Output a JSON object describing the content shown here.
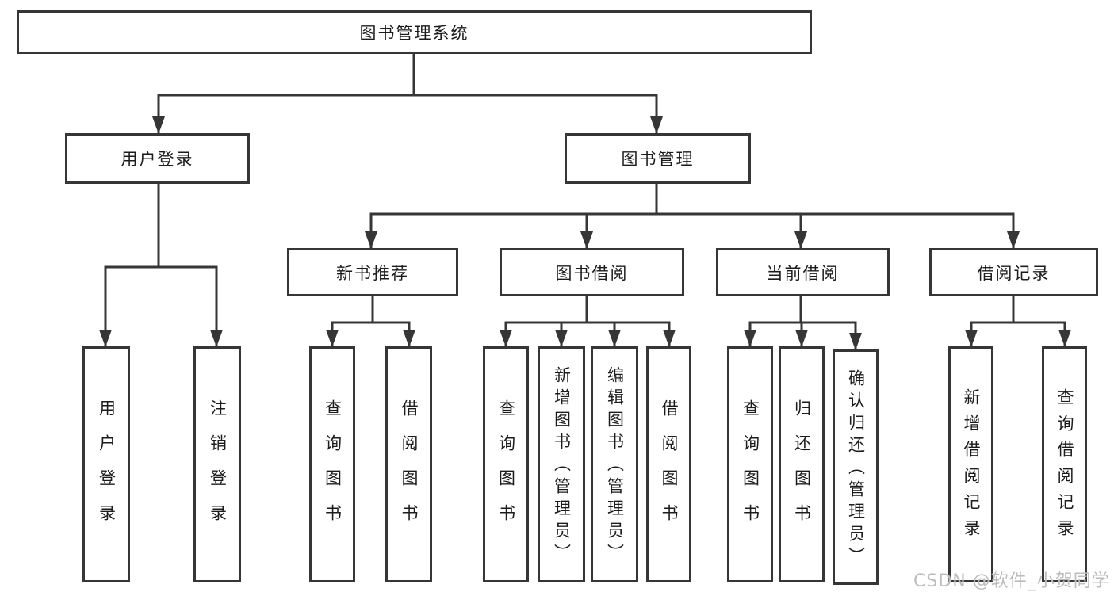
{
  "diagram": {
    "title": "图书管理系统",
    "nodes": {
      "root": {
        "label": "图书管理系统"
      },
      "user_login": {
        "label": "用户登录"
      },
      "book_mgmt": {
        "label": "图书管理"
      },
      "new_book_rec": {
        "label": "新书推荐"
      },
      "book_borrow": {
        "label": "图书借阅"
      },
      "current_borrow": {
        "label": "当前借阅"
      },
      "borrow_record": {
        "label": "借阅记录"
      },
      "leaf_user_login": {
        "label": "用户登录"
      },
      "leaf_logout": {
        "label": "注销登录"
      },
      "rec_query_book": {
        "label": "查询图书"
      },
      "rec_borrow_book": {
        "label": "借阅图书"
      },
      "bb_query_book": {
        "label": "查询图书"
      },
      "bb_add_book": {
        "label": "新增图书（管理员）"
      },
      "bb_edit_book": {
        "label": "编辑图书（管理员）"
      },
      "bb_borrow_book": {
        "label": "借阅图书"
      },
      "cb_query_book": {
        "label": "查询图书"
      },
      "cb_return_book": {
        "label": "归还图书"
      },
      "cb_confirm_return": {
        "label": "确认归还（管理员）"
      },
      "br_add_record": {
        "label": "新增借阅记录"
      },
      "br_query_record": {
        "label": "查询借阅记录"
      }
    },
    "colors": {
      "line": "#363636",
      "box_border": "#363636",
      "text": "#1c1c1c",
      "background": "#ffffff"
    }
  },
  "watermark": {
    "text": "CSDN @软件_小贺同学",
    "color": "#bcbcbc"
  }
}
